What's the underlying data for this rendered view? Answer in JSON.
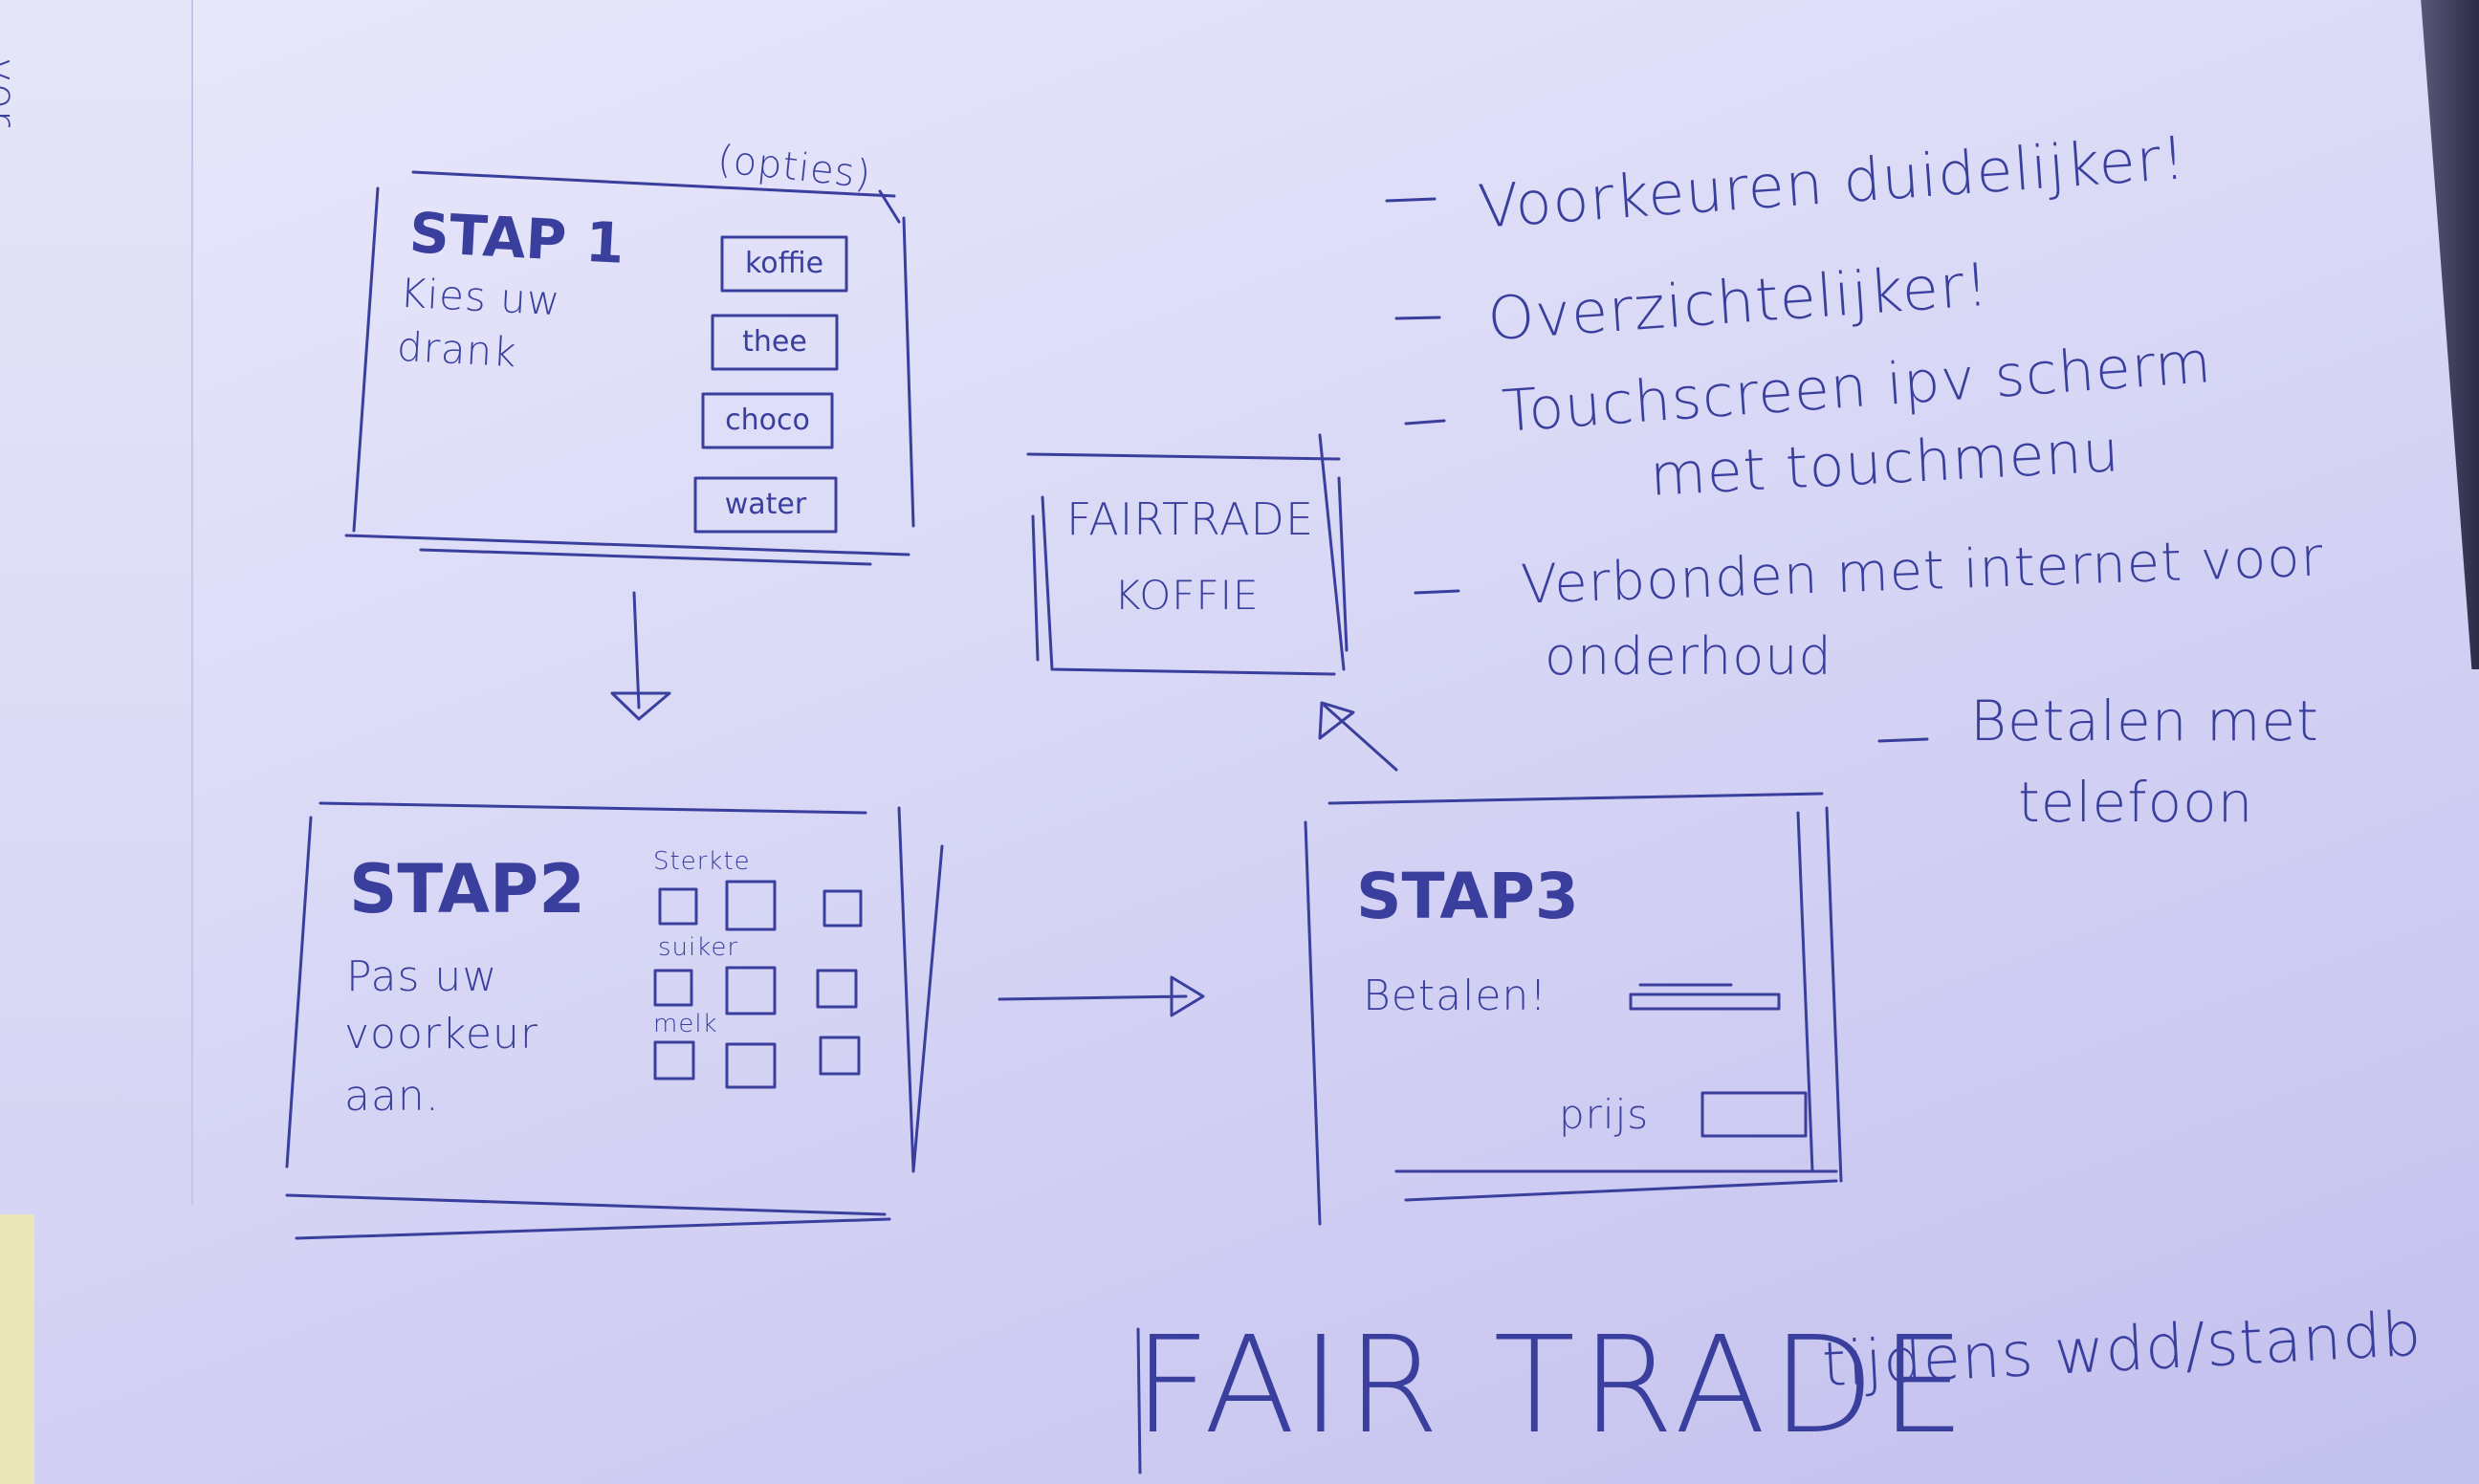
{
  "margin_note": "vor",
  "step1": {
    "options_label": "(opties)",
    "title": "STAP 1",
    "line1": "Kies uw",
    "line2": "drank",
    "buttons": [
      "koffie",
      "thee",
      "choco",
      "water"
    ]
  },
  "step2": {
    "title": "STAP2",
    "line1": "Pas uw",
    "line2": "voorkeur",
    "line3": "aan.",
    "rows": [
      "Sterkte",
      "suiker",
      "melk"
    ]
  },
  "step3": {
    "title": "STAP3",
    "pay": "Betalen!",
    "price": "prijs"
  },
  "fairtrade_box": {
    "line1": "FAIRTRADE",
    "line2": "KOFFIE"
  },
  "notes": {
    "n1": "Voorkeuren duidelijker!",
    "n2": "Overzichtelijker!",
    "n3a": "Touchscreen ipv scherm",
    "n3b": "met touchmenu",
    "n4a": "Verbonden met internet voor",
    "n4b": "onderhoud",
    "n5a": "Betalen met",
    "n5b": "telefoon"
  },
  "footer": {
    "big": "FAIR TRADE",
    "small": "tijdens wdd/standb"
  },
  "colors": {
    "ink": "#3a3f9e",
    "paper": "#dcdcf7"
  }
}
